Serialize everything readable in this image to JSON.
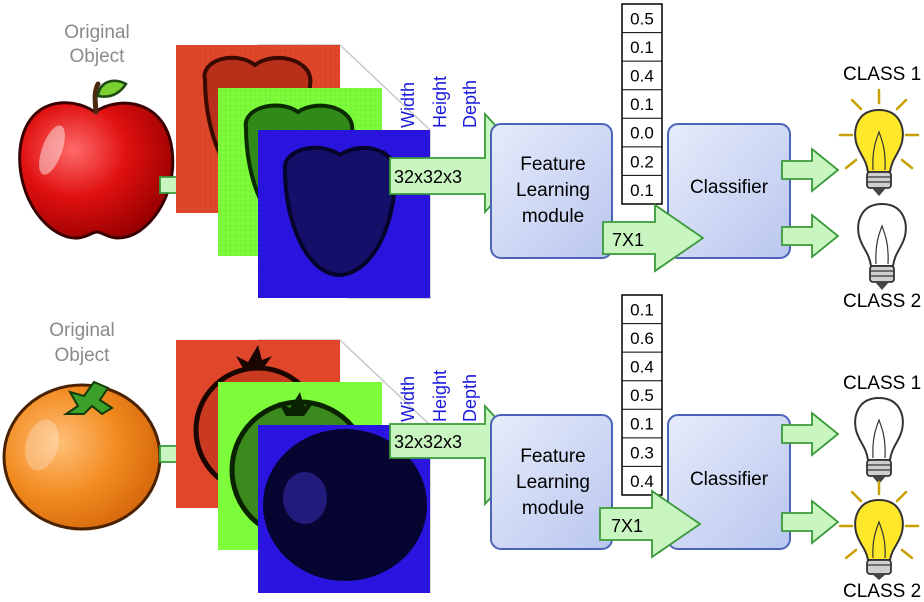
{
  "rows": [
    {
      "original_label": [
        "Original",
        "Object"
      ],
      "object": "apple",
      "dims": [
        "Width",
        "Height",
        "Depth"
      ],
      "input_size": "32x32x3",
      "module_label": [
        "Feature",
        "Learning",
        "module"
      ],
      "feature_vector": [
        "0.5",
        "0.1",
        "0.4",
        "0.1",
        "0.0",
        "0.2",
        "0.1"
      ],
      "vector_size": "7X1",
      "classifier_label": "Classifier",
      "class1": {
        "label": "CLASS 1",
        "lit": true
      },
      "class2": {
        "label": "CLASS 2",
        "lit": false
      }
    },
    {
      "original_label": [
        "Original",
        "Object"
      ],
      "object": "orange",
      "dims": [
        "Width",
        "Height",
        "Depth"
      ],
      "input_size": "32x32x3",
      "module_label": [
        "Feature",
        "Learning",
        "module"
      ],
      "feature_vector": [
        "0.1",
        "0.6",
        "0.4",
        "0.5",
        "0.1",
        "0.3",
        "0.4"
      ],
      "vector_size": "7X1",
      "classifier_label": "Classifier",
      "class1": {
        "label": "CLASS 1",
        "lit": false
      },
      "class2": {
        "label": "CLASS 2",
        "lit": true
      }
    }
  ],
  "colors": {
    "channel_red": "#e0472a",
    "channel_green": "#7cfc3a",
    "channel_blue": "#2a14e0",
    "box_fill": "#cfd8f4",
    "box_stroke": "#4a64b8",
    "arrow_fill": "#c8f5c0",
    "arrow_stroke": "#3a9a3a",
    "dims_text": "#1a1adc",
    "bulb_lit": "#ffe82a",
    "gray_text": "#8a8a8a"
  }
}
